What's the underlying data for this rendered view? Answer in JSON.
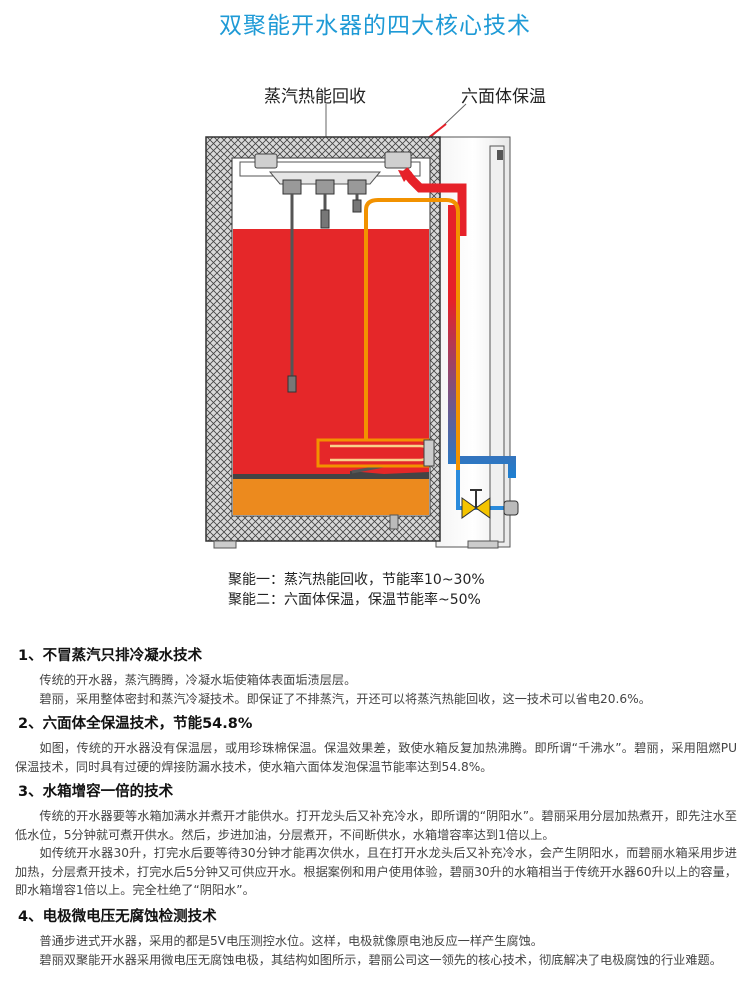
{
  "title": "双聚能开水器的四大核心技术",
  "callouts": {
    "steam": "蒸汽热能回收",
    "insulation": "六面体保温"
  },
  "captions": [
    "聚能一：蒸汽热能回收，节能率10~30%",
    "聚能二：六面体保温，保温节能率~50%"
  ],
  "sections": [
    {
      "heading": "1、不冒蒸汽只排冷凝水技术",
      "paragraphs": [
        "传统的开水器，蒸汽腾腾，冷凝水垢使箱体表面垢渍层层。",
        "碧丽，采用整体密封和蒸汽冷凝技术。即保证了不排蒸汽，开还可以将蒸汽热能回收，这一技术可以省电20.6%。"
      ]
    },
    {
      "heading": "2、六面体全保温技术，节能54.8%",
      "paragraphs": [
        "如图，传统的开水器没有保温层，或用珍珠棉保温。保温效果差，致使水箱反复加热沸腾。即所谓“千沸水”。碧丽，采用阻燃PU保温技术，同时具有过硬的焊接防漏水技术，使水箱六面体发泡保温节能率达到54.8%。"
      ]
    },
    {
      "heading": "3、水箱增容一倍的技术",
      "paragraphs": [
        "传统的开水器要等水箱加满水并煮开才能供水。打开龙头后又补充冷水，即所谓的“阴阳水”。碧丽采用分层加热煮开，即先注水至低水位，5分钟就可煮开供水。然后，步进加油，分层煮开，不间断供水，水箱增容率达到1倍以上。",
        "如传统开水器30升，打完水后要等待30分钟才能再次供水，且在打开水龙头后又补充冷水，会产生阴阳水，而碧丽水箱采用步进加热，分层煮开技术，打完水后5分钟又可供应开水。根据案例和用户使用体验，碧丽30升的水箱相当于传统开水器60升以上的容量，即水箱增容1倍以上。完全杜绝了“阴阳水”。"
      ]
    },
    {
      "heading": "4、电极微电压无腐蚀检测技术",
      "paragraphs": [
        "普通步进式开水器，采用的都是5V电压测控水位。这样，电极就像原电池反应一样产生腐蚀。",
        "碧丽双聚能开水器采用微电压无腐蚀电极，其结构如图所示，碧丽公司这一领先的核心技术，彻底解决了电极腐蚀的行业难题。"
      ]
    }
  ]
}
